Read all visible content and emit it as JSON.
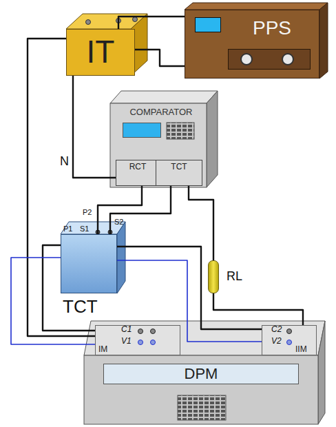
{
  "diagram": {
    "nodes": [
      {
        "text": [
          "PPS"
        ]
      },
      {
        "text": [
          "IT"
        ]
      },
      {
        "text": [
          "COMPARATOR"
        ]
      },
      {
        "text": [
          "RCT"
        ],
        "in": 2
      },
      {
        "text": [
          "TCT"
        ],
        "in": 2
      },
      {
        "text": [
          "TCT"
        ]
      },
      {
        "text": [
          "RL"
        ]
      },
      {
        "text": [
          "DPM"
        ]
      },
      {
        "text": [
          "IM"
        ],
        "in": 7
      },
      {
        "text": [
          "IIM"
        ],
        "in": 7
      }
    ],
    "edges": [
      {
        "from": 1,
        "to": 0,
        "arrow": "none"
      },
      {
        "from": 1,
        "to": 0,
        "arrow": "none"
      },
      {
        "from": 1,
        "to": 8,
        "arrow": "none"
      },
      {
        "from": 1,
        "to": 3,
        "label": "N",
        "arrow": "none"
      },
      {
        "from": 3,
        "to": 5,
        "arrow": "none"
      },
      {
        "from": 4,
        "to": 5,
        "arrow": "none"
      },
      {
        "from": 4,
        "to": 6,
        "arrow": "none"
      },
      {
        "from": 6,
        "to": 9,
        "arrow": "none"
      },
      {
        "from": 5,
        "to": 8,
        "arrow": "none"
      },
      {
        "from": 5,
        "to": 8,
        "arrow": "none"
      },
      {
        "from": 5,
        "to": 9,
        "arrow": "none"
      },
      {
        "from": 5,
        "to": 9,
        "arrow": "none"
      }
    ],
    "labels": [
      "P1",
      "S1",
      "P2",
      "S2",
      "C1",
      "V1",
      "C2",
      "V2"
    ]
  }
}
